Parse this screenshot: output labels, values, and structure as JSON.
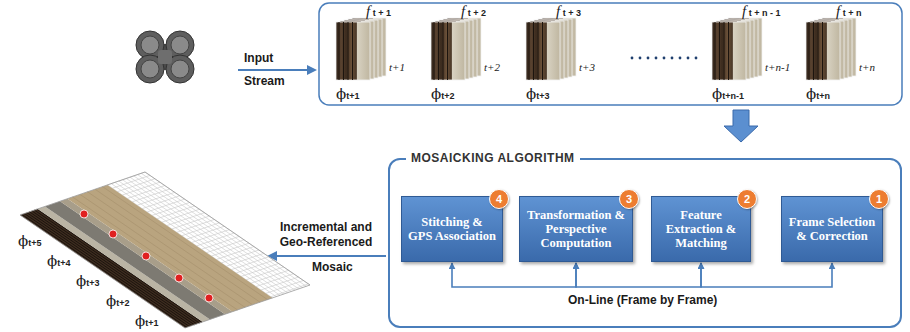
{
  "diagram": {
    "nodes": [
      {
        "text": [
          "MOSAICKING ALGORITHM"
        ]
      },
      {
        "text": [
          "Stitching & GPS Association",
          "4"
        ],
        "in": 0
      },
      {
        "text": [
          "Transformation & Perspective Computation",
          "3"
        ],
        "in": 0
      },
      {
        "text": [
          "Feature Extraction & Matching",
          "2"
        ],
        "in": 0
      },
      {
        "text": [
          "Frame Selection & Correction",
          "1"
        ],
        "in": 0
      }
    ],
    "edges": [
      {
        "from": 1,
        "to": 2,
        "arrow": "both"
      },
      {
        "from": 2,
        "to": 3,
        "arrow": "both"
      },
      {
        "from": 3,
        "to": 4,
        "arrow": "both"
      }
    ],
    "labels": [
      "Input",
      "Stream",
      "f t + 1",
      "t+1",
      "ϕt+1",
      "f t + 2",
      "t+2",
      "ϕt+2",
      "f t + 3",
      "t+3",
      "ϕt+3",
      "f t + n - 1",
      "t+n-1",
      "ϕt+n-1",
      "f t + n",
      "t+n",
      "ϕt+n",
      "Incremental and Geo-Referenced",
      "Mosaic",
      "ϕt+5",
      "ϕt+4",
      "ϕt+3",
      "ϕt+2",
      "ϕt+1",
      "On-Line (Frame by Frame)"
    ]
  }
}
